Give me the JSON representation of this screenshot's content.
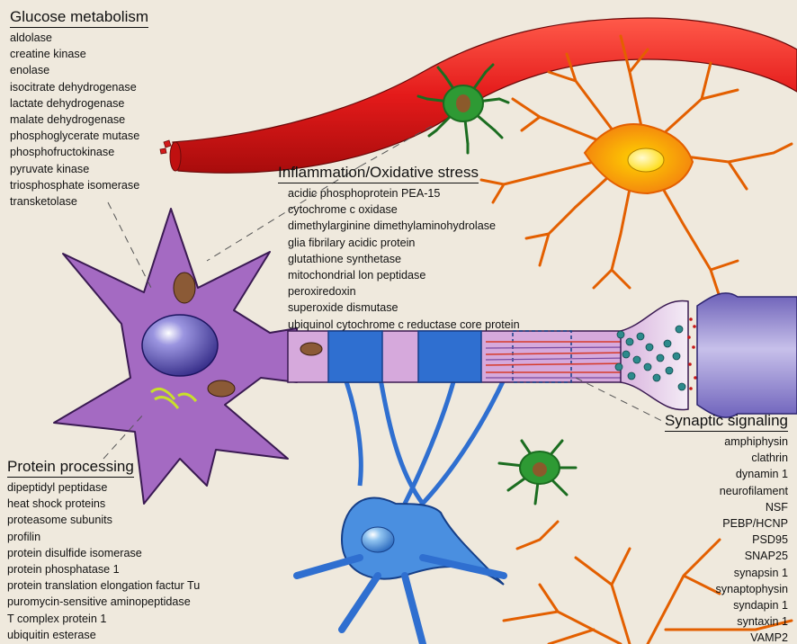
{
  "groups": {
    "glucose": {
      "title": "Glucose metabolism",
      "items": [
        "aldolase",
        "creatine kinase",
        "enolase",
        "isocitrate dehydrogenase",
        "lactate dehydrogenase",
        "malate dehydrogenase",
        "phosphoglycerate mutase",
        "phosphofructokinase",
        "pyruvate kinase",
        "triosphosphate isomerase",
        "transketolase"
      ]
    },
    "inflammation": {
      "title": "Inflammation/Oxidative stress",
      "items": [
        "acidic phosphoprotein PEA-15",
        "cytochrome c oxidase",
        "dimethylarginine dimethylaminohydrolase",
        "glia fibrilary acidic protein",
        "glutathione synthetase",
        "mitochondrial lon peptidase",
        "peroxiredoxin",
        "superoxide dismutase",
        "ubiquinol cytochrome c reductase core protein"
      ]
    },
    "protein": {
      "title": "Protein processing",
      "items": [
        "dipeptidyl peptidase",
        "heat shock proteins",
        "proteasome subunits",
        "profilin",
        "protein disulfide isomerase",
        "protein phosphatase 1",
        "protein translation elongation factur Tu",
        "puromycin-sensitive aminopeptidase",
        "T complex protein 1",
        "ubiquitin esterase"
      ]
    },
    "synaptic": {
      "title": "Synaptic signaling",
      "items": [
        "amphiphysin",
        "clathrin",
        "dynamin 1",
        "neurofilament",
        "NSF",
        "PEBP/HCNP",
        "PSD95",
        "SNAP25",
        "synapsin 1",
        "synaptophysin",
        "syndapin 1",
        "syntaxin 1",
        "VAMP2"
      ]
    }
  },
  "colors": {
    "background": "#efe9dd",
    "neuron": "#a46ac2",
    "nucleus": "#4a3fa6",
    "oligodendrocyte": "#2f6fd0",
    "vessel": "#e01818",
    "astrocyte": "#f6a21c",
    "microglia": "#2e9a34",
    "postsynaptic": "#9d93d0"
  }
}
